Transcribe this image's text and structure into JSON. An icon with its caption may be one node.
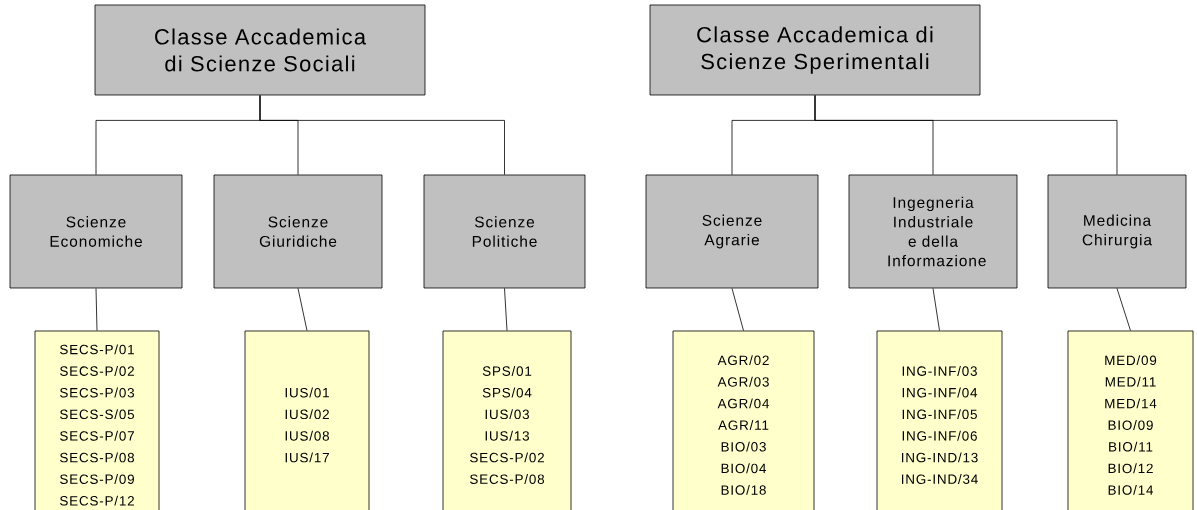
{
  "diagram": {
    "nodes": [
      {
        "text": [
          "Classe Accademica di Scienze Sociali"
        ]
      },
      {
        "text": [
          "Classe Accademica di Scienze Sperimentali"
        ]
      },
      {
        "text": [
          "Scienze Economiche"
        ]
      },
      {
        "text": [
          "Scienze Giuridiche"
        ]
      },
      {
        "text": [
          "Scienze Politiche"
        ]
      },
      {
        "text": [
          "Scienze Agrarie"
        ]
      },
      {
        "text": [
          "Ingegneria Industriale e della Informazione"
        ]
      },
      {
        "text": [
          "Medicina Chirurgia"
        ]
      },
      {
        "text": [
          "SECS-P/01",
          "SECS-P/02",
          "SECS-P/03",
          "SECS-S/05",
          "SECS-P/07",
          "SECS-P/08",
          "SECS-P/09",
          "SECS-P/12"
        ]
      },
      {
        "text": [
          "IUS/01",
          "IUS/02",
          "IUS/08",
          "IUS/17"
        ]
      },
      {
        "text": [
          "SPS/01",
          "SPS/04",
          "IUS/03",
          "IUS/13",
          "SECS-P/02",
          "SECS-P/08"
        ]
      },
      {
        "text": [
          "AGR/02",
          "AGR/03",
          "AGR/04",
          "AGR/11",
          "BIO/03",
          "BIO/04",
          "BIO/18"
        ]
      },
      {
        "text": [
          "ING-INF/03",
          "ING-INF/04",
          "ING-INF/05",
          "ING-INF/06",
          "ING-IND/13",
          "ING-IND/34"
        ]
      },
      {
        "text": [
          "MED/09",
          "MED/11",
          "MED/14",
          "BIO/09",
          "BIO/11",
          "BIO/12",
          "BIO/14"
        ]
      }
    ],
    "edges": [
      {
        "from": 0,
        "to": 2,
        "arrow": "none"
      },
      {
        "from": 0,
        "to": 3,
        "arrow": "none"
      },
      {
        "from": 0,
        "to": 4,
        "arrow": "none"
      },
      {
        "from": 1,
        "to": 5,
        "arrow": "none"
      },
      {
        "from": 1,
        "to": 6,
        "arrow": "none"
      },
      {
        "from": 1,
        "to": 7,
        "arrow": "none"
      },
      {
        "from": 2,
        "to": 8,
        "arrow": "none"
      },
      {
        "from": 3,
        "to": 9,
        "arrow": "none"
      },
      {
        "from": 4,
        "to": 10,
        "arrow": "none"
      },
      {
        "from": 5,
        "to": 11,
        "arrow": "none"
      },
      {
        "from": 6,
        "to": 12,
        "arrow": "none"
      },
      {
        "from": 7,
        "to": 13,
        "arrow": "none"
      }
    ]
  }
}
